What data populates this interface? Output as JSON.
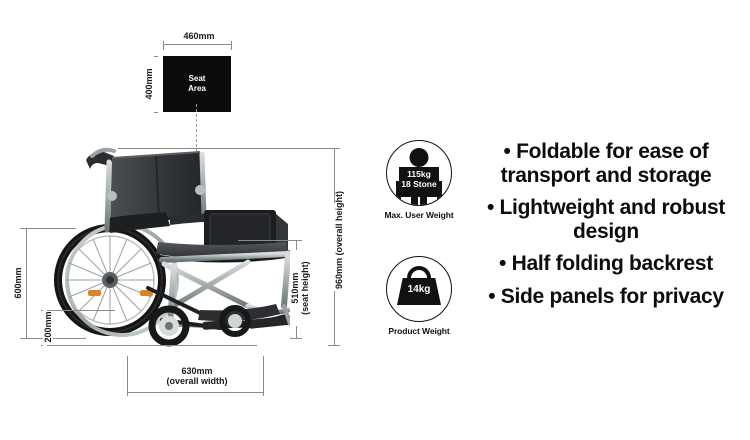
{
  "product": {
    "type": "wheelchair-spec-diagram"
  },
  "seat_area": {
    "label_line1": "Seat",
    "label_line2": "Area",
    "width_label": "460mm",
    "height_label": "400mm"
  },
  "dimensions": {
    "rear_wheel_height": "600mm",
    "castor_height": "200mm",
    "seat_height": "510mm",
    "seat_height_note": "(seat height)",
    "overall_height": "960mm",
    "overall_height_note": "(overall height)",
    "overall_width": "630mm",
    "overall_width_note": "(overall width)"
  },
  "badges": [
    {
      "icon": "person-weight-icon",
      "value_line1": "115kg",
      "value_line2": "18 Stone",
      "caption": "Max. User Weight"
    },
    {
      "icon": "weight-block-icon",
      "value_line1": "14kg",
      "value_line2": "",
      "caption": "Product Weight"
    }
  ],
  "features": [
    "• Foldable for ease of transport and storage",
    "• Lightweight and robust design",
    "• Half folding backrest",
    "• Side panels for privacy"
  ],
  "colors": {
    "background": "#ffffff",
    "ink": "#111111",
    "dimension_line": "#8a8a8a",
    "seat_box": "#0c0c0c"
  }
}
